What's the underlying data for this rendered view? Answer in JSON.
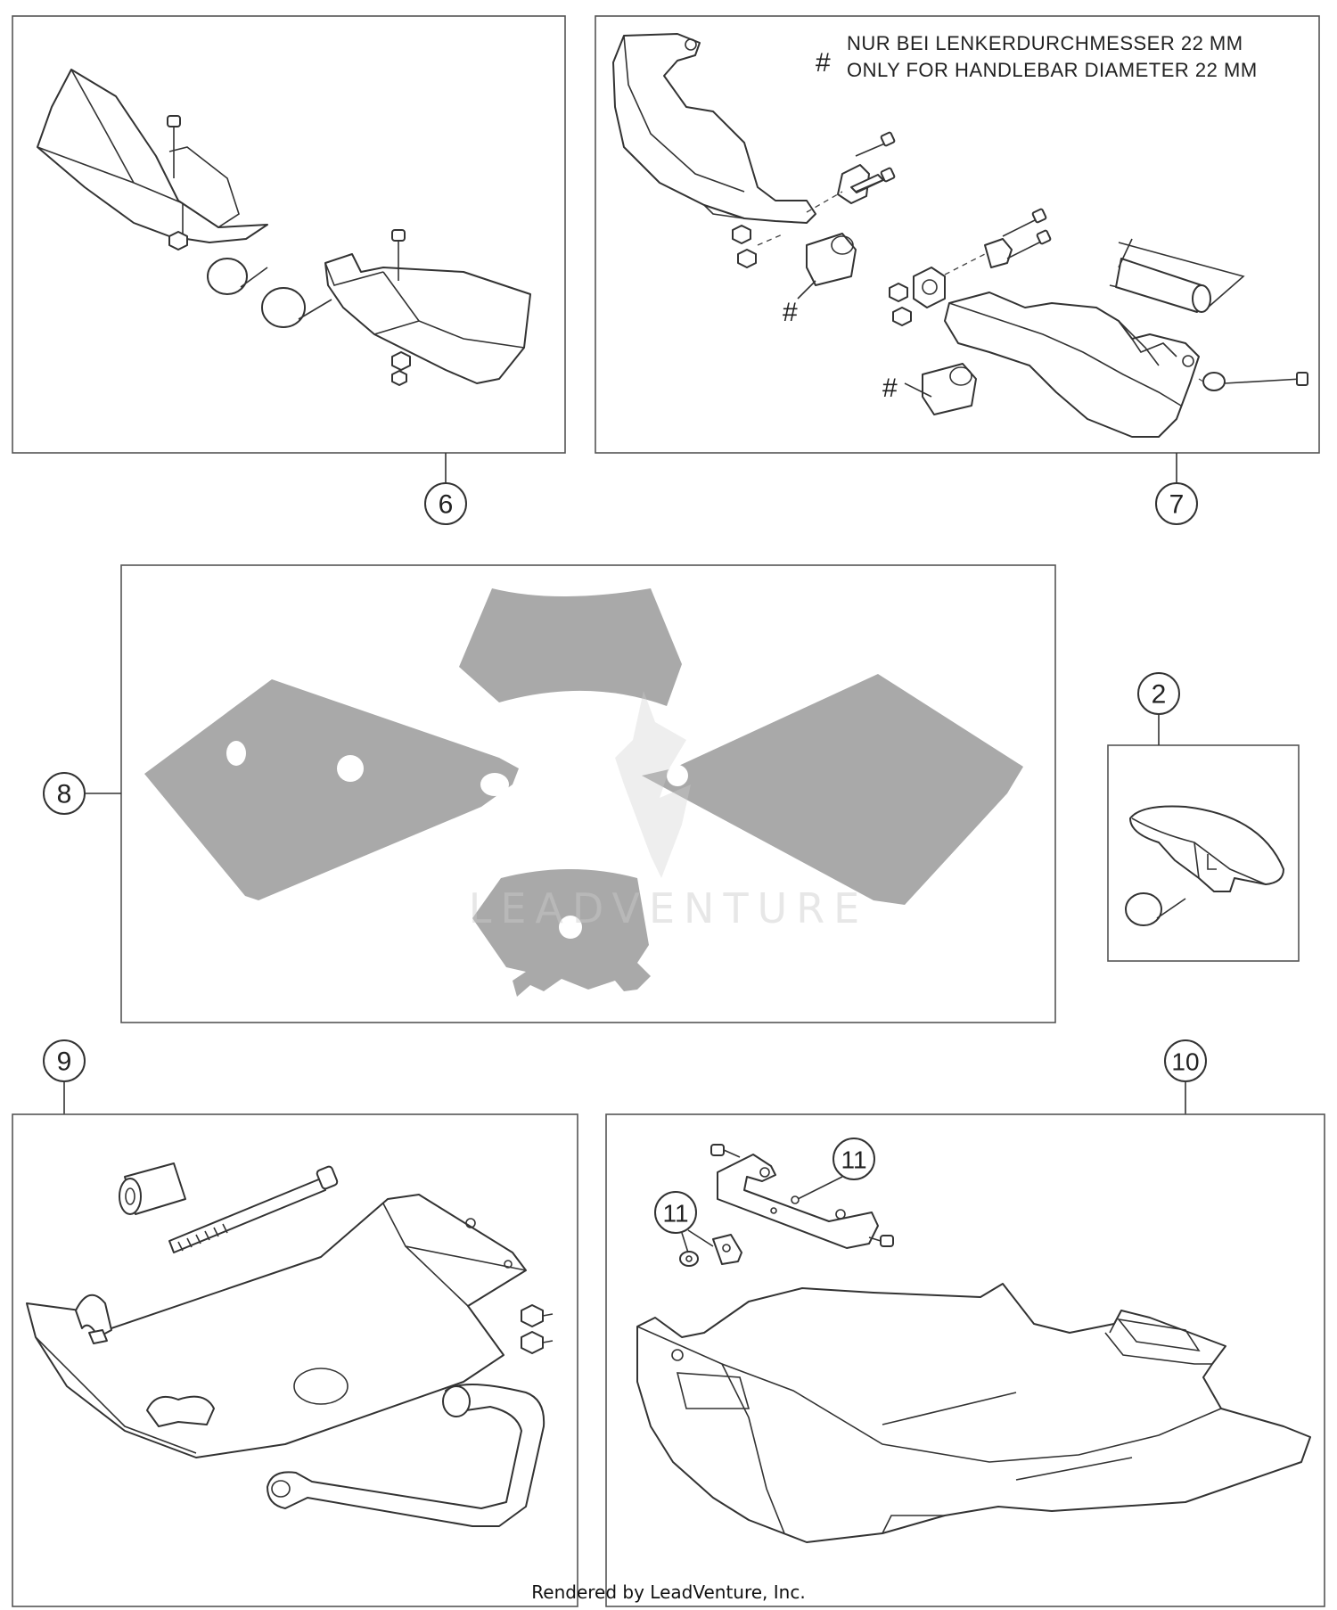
{
  "diagram": {
    "callouts": {
      "c6": "6",
      "c7": "7",
      "c8": "8",
      "c2": "2",
      "c9": "9",
      "c10": "10",
      "c11a": "11",
      "c11b": "11"
    },
    "note": {
      "symbol": "#",
      "line1": "NUR BEI LENKERDURCHMESSER 22 MM",
      "line2": "ONLY FOR HANDLEBAR DIAMETER 22 MM"
    },
    "hash_marks": [
      "#",
      "#"
    ],
    "watermark": "LEADVENTURE",
    "footer": "Rendered by LeadVenture, Inc.",
    "colors": {
      "decal_fill": "#a9a9a9",
      "line": "#333333",
      "frame": "#555555"
    }
  }
}
